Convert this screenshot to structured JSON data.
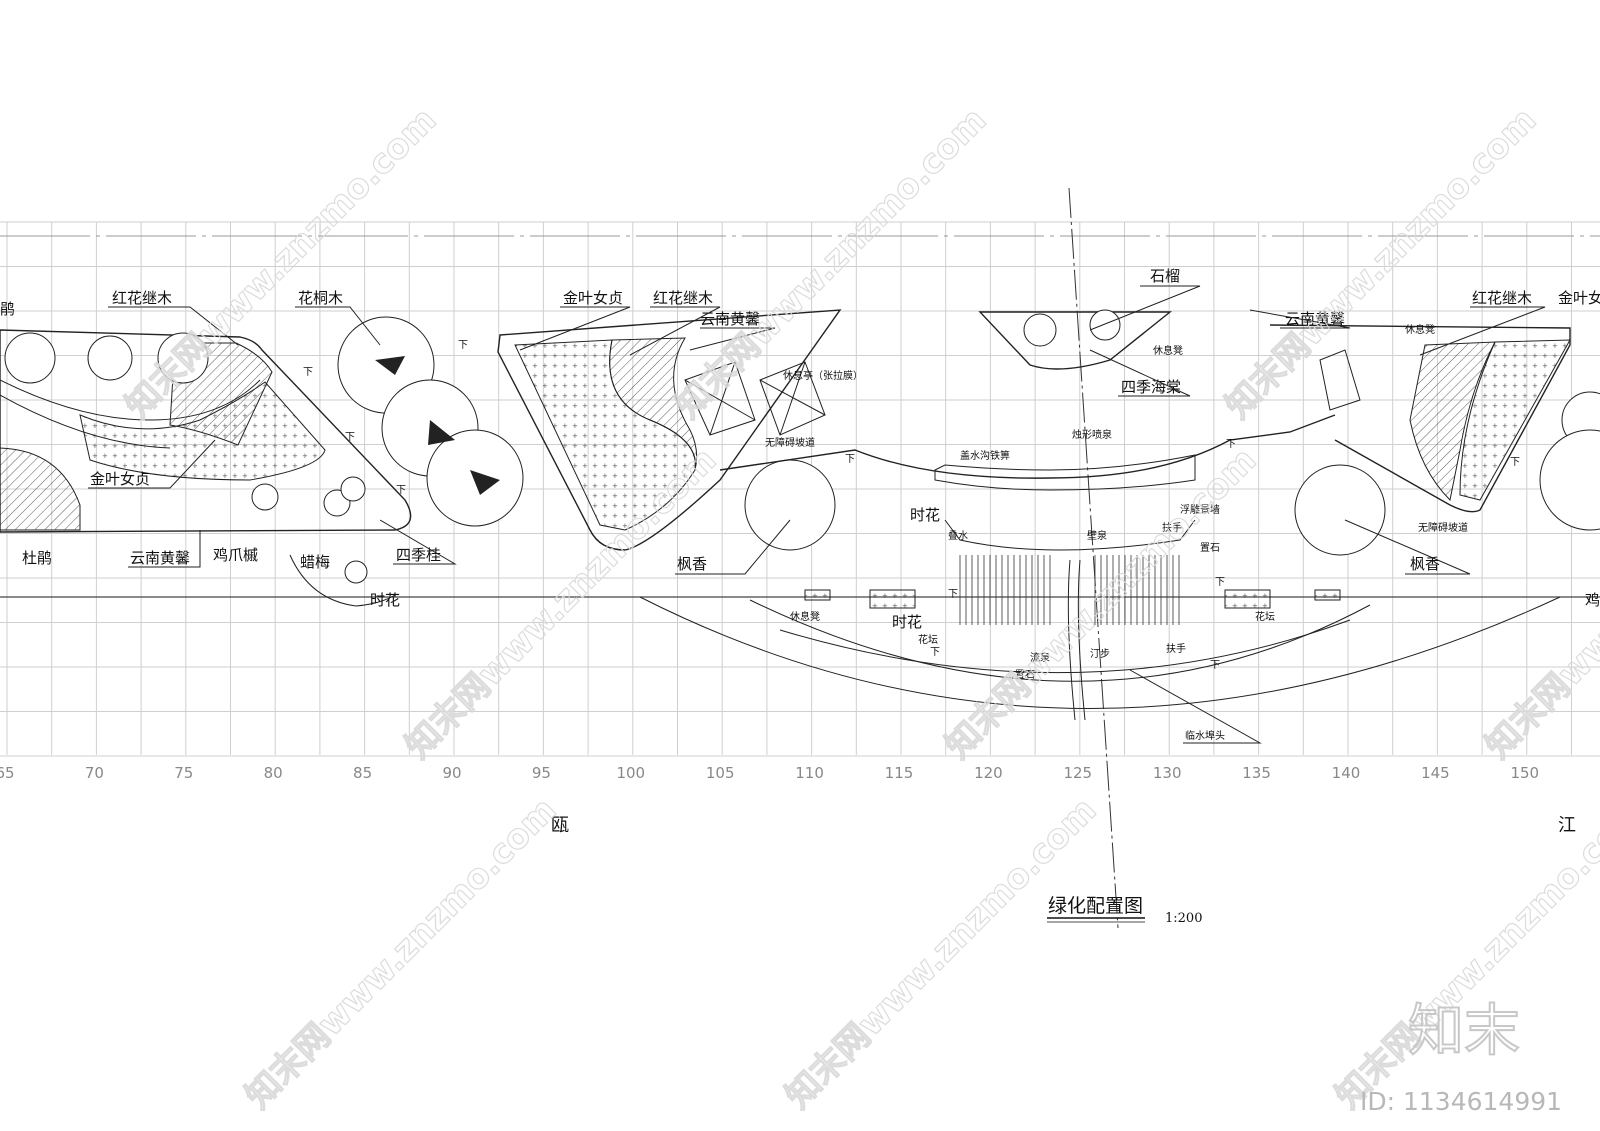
{
  "drawing": {
    "title": "绿化配置图",
    "scale": "1:200",
    "river_left": "瓯",
    "river_right": "江"
  },
  "axis": {
    "ticks": [
      "65",
      "70",
      "75",
      "80",
      "85",
      "90",
      "95",
      "100",
      "105",
      "110",
      "115",
      "120",
      "125",
      "130",
      "135",
      "140",
      "145",
      "150"
    ]
  },
  "labels": {
    "dujuan_top": "鹃",
    "honghuajimu_1": "红花继木",
    "huatongmu": "花桐木",
    "jinyenvzhen_1": "金叶女贞",
    "honghuajimu_2": "红花继木",
    "yunnanhuangxin_1": "云南黄馨",
    "xiuxiting": "休息亭（张拉膜）",
    "wuzhangai_1": "无障碍坡道",
    "shiliu": "石榴",
    "xiuxideng_1": "休息凳",
    "sijihaitang": "四季海棠",
    "yunnanhuangxin_2": "云南黄馨",
    "xiuxideng_2": "休息凳",
    "honghuajimu_3": "红花继木",
    "jinyenvzhen_2": "金叶女",
    "jinyenvzhen_3": "金叶女贞",
    "dujuan": "杜鹃",
    "yunnanhuangxin_3": "云南黄馨",
    "jizhuahuai": "鸡爪槭",
    "lamei": "蜡梅",
    "sijigui": "四季桂",
    "shihua_1": "时花",
    "fengxiang_1": "枫香",
    "shihua_2": "时花",
    "gaishuigou": "盖水沟铁箅",
    "zhuxingpenquan": "烛形喷泉",
    "fudiaojingqiang": "浮雕景墙",
    "wuzhangai_2": "无障碍坡道",
    "fengxiang_2": "枫香",
    "dieshui": "叠水",
    "biquan": "壁泉",
    "fushou_1": "扶手",
    "zhishi_1": "置石",
    "xiuxideng_3": "休息凳",
    "shihua_3": "时花",
    "huatan_1": "花坛",
    "huatan_2": "花坛",
    "liuquan": "流泉",
    "tingbu": "汀步",
    "fushou_2": "扶手",
    "zhishi_2": "置石",
    "linshuibutou": "临水埠头",
    "right_edge": "鸡",
    "down": "下"
  },
  "watermark": {
    "text": "知末网www.znzmo.com",
    "brand": "知末",
    "id": "ID: 1134614991"
  }
}
